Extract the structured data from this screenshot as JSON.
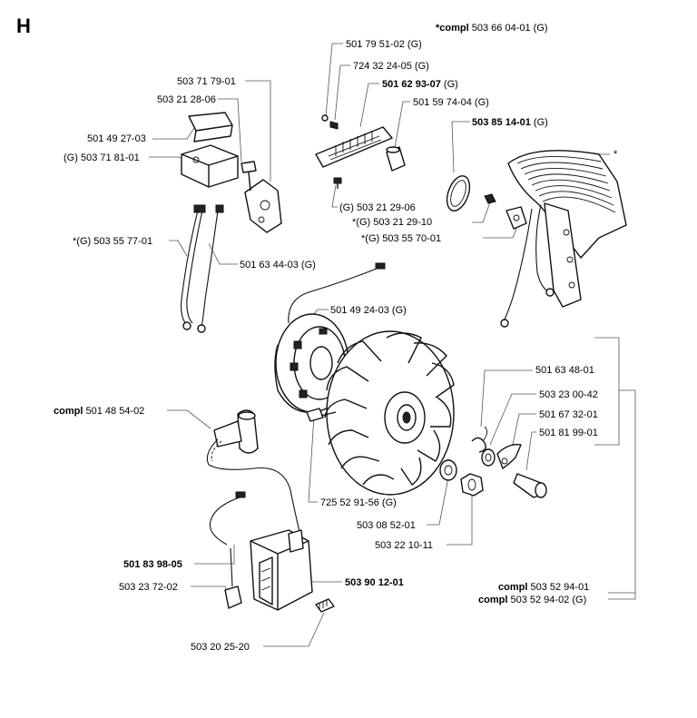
{
  "section_letter": "H",
  "labels": {
    "compl_503660401": {
      "prefix": "*compl",
      "number": "503 66 04-01",
      "suffix": "(G)"
    },
    "p501795102": {
      "number": "501 79 51-02",
      "suffix": "(G)"
    },
    "p724322405": {
      "number": "724 32 24-05",
      "suffix": "(G)"
    },
    "p501629307": {
      "number": "501 62 93-07",
      "suffix": "(G)"
    },
    "p501597404": {
      "number": "501 59 74-04",
      "suffix": "(G)"
    },
    "p503857901": {
      "number": "503 71 79-01"
    },
    "p503212806": {
      "number": "503 21 28-06"
    },
    "p501492703": {
      "number": "501 49 27-03"
    },
    "p503718101": {
      "prefix": "(G)",
      "number": "503 71 81-01"
    },
    "p503851401": {
      "number": "503 85 14-01",
      "suffix": "(G)"
    },
    "star": {
      "text": "*"
    },
    "p503212906": {
      "prefix": "(G)",
      "number": "503 21 29-06"
    },
    "p503212910": {
      "prefix": "*(G)",
      "number": "503 21 29-10"
    },
    "p503555770": {
      "prefix": "*(G)",
      "number": "503 55 70-01"
    },
    "p503557701": {
      "prefix": "*(G)",
      "number": "503 55 77-01"
    },
    "p501634403": {
      "number": "501 63 44-03",
      "suffix": "(G)"
    },
    "p501492403": {
      "number": "501 49 24-03",
      "suffix": "(G)"
    },
    "p501634801": {
      "number": "501 63 48-01"
    },
    "p503230042": {
      "number": "503 23 00-42"
    },
    "p501673201": {
      "number": "501 67 32-01"
    },
    "p501819901": {
      "number": "501 81 99-01"
    },
    "compl_501485402": {
      "prefix": "compl",
      "number": "501 48 54-02"
    },
    "p725529156": {
      "number": "725 52 91-56",
      "suffix": "(G)"
    },
    "p503085201": {
      "number": "503 08 52-01"
    },
    "p503221011": {
      "number": "503 22 10-11"
    },
    "p501839805": {
      "number": "501 83 98-05"
    },
    "p503237202": {
      "number": "503 23 72-02"
    },
    "p503901201": {
      "number": "503 90 12-01"
    },
    "compl_503529401": {
      "prefix": "compl",
      "number": "503 52 94-01"
    },
    "compl_503529402": {
      "prefix": "compl",
      "number": "503 52 94-02",
      "suffix": "(G)"
    },
    "p503202520": {
      "number": "503 20 25-20"
    }
  }
}
